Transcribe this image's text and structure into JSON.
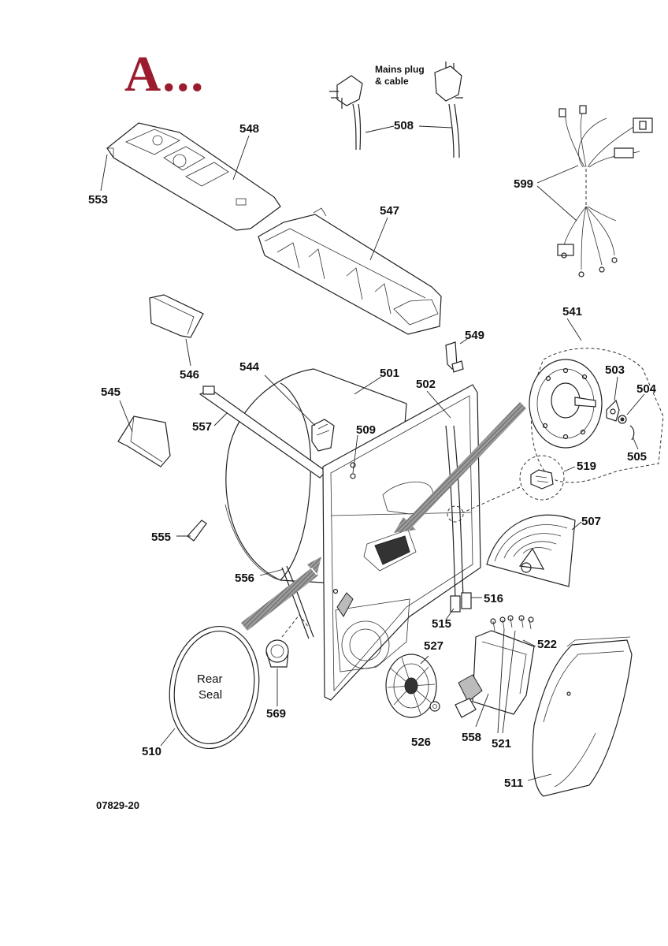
{
  "header": {
    "brand_text": "A...",
    "brand_color": "#9b1c2e"
  },
  "annotations": {
    "mains_plug_line1": "Mains plug",
    "mains_plug_line2": "& cable",
    "rear_seal_line1": "Rear",
    "rear_seal_line2": "Seal"
  },
  "diagram_code": "07829-20",
  "parts": {
    "p501": "501",
    "p502": "502",
    "p503": "503",
    "p504": "504",
    "p505": "505",
    "p507": "507",
    "p508": "508",
    "p509": "509",
    "p510": "510",
    "p511": "511",
    "p515": "515",
    "p516": "516",
    "p519": "519",
    "p521": "521",
    "p522": "522",
    "p526": "526",
    "p527": "527",
    "p541": "541",
    "p544": "544",
    "p545": "545",
    "p546": "546",
    "p547": "547",
    "p548": "548",
    "p549": "549",
    "p553": "553",
    "p555": "555",
    "p556": "556",
    "p557": "557",
    "p558": "558",
    "p569": "569",
    "p599": "599"
  }
}
